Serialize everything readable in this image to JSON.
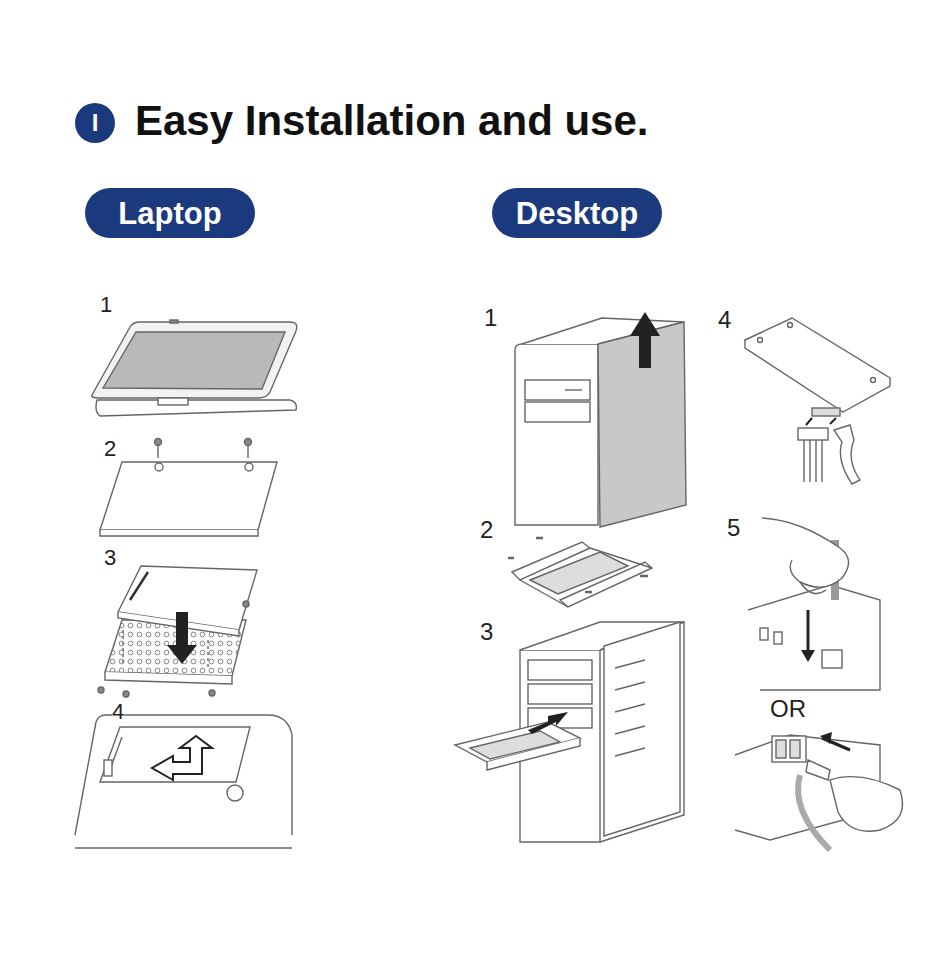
{
  "diagram": {
    "title": "Easy Installation and use.",
    "nodes": [
      {
        "text": [
          "I"
        ]
      },
      {
        "text": [
          "Laptop"
        ]
      },
      {
        "text": [
          "Desktop"
        ]
      }
    ],
    "labels": [
      "1",
      "2",
      "3",
      "4",
      "1",
      "2",
      "3",
      "4",
      "5",
      "OR"
    ]
  }
}
